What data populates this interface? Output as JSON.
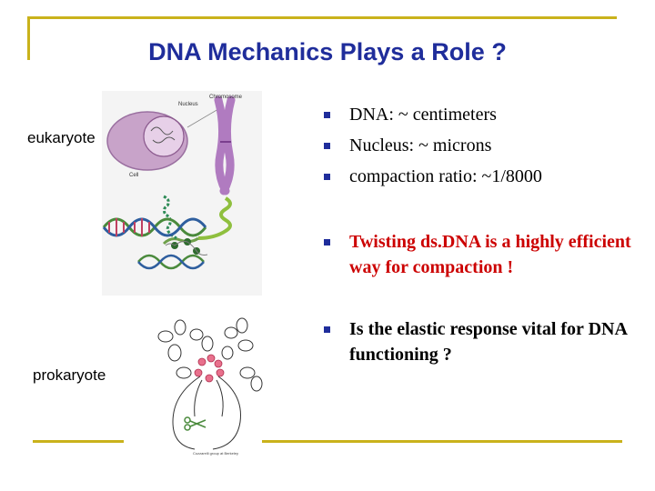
{
  "slide": {
    "title": "DNA Mechanics Plays a Role ?",
    "labels": {
      "eukaryote": "eukaryote",
      "prokaryote": "prokaryote"
    },
    "bullets": [
      "DNA: ~ centimeters",
      "Nucleus: ~ microns",
      "compaction ratio: ~1/8000",
      "Twisting ds.DNA is a highly efficient way for compaction !",
      "Is the elastic response vital for DNA functioning ?"
    ],
    "figure_text": {
      "chromosome": "Chromosome",
      "cell": "Cell",
      "nucleus": "Nucleus",
      "credit": "Cozzarelli group at Berkeley"
    }
  },
  "colors": {
    "title": "#1F2D9B",
    "accent_gold": "#C9B21B",
    "highlight": "#CC0000",
    "bullet": "#1F2D9B"
  }
}
